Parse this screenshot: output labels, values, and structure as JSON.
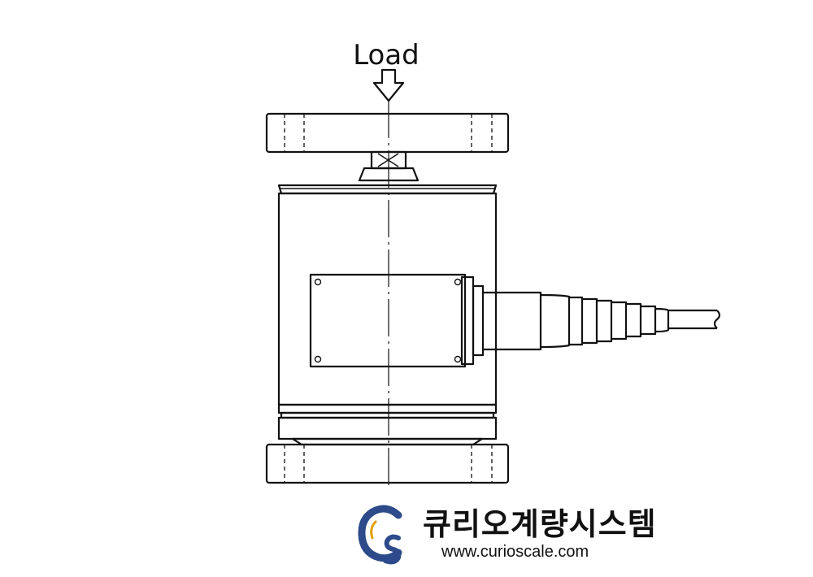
{
  "diagram": {
    "load_label": "Load"
  },
  "brand": {
    "name": "큐리오계량시스템",
    "url": "www.curioscale.com",
    "logo_text": "CS",
    "logo_color": "#2d4a8a",
    "logo_accent_color": "#e0a000"
  }
}
